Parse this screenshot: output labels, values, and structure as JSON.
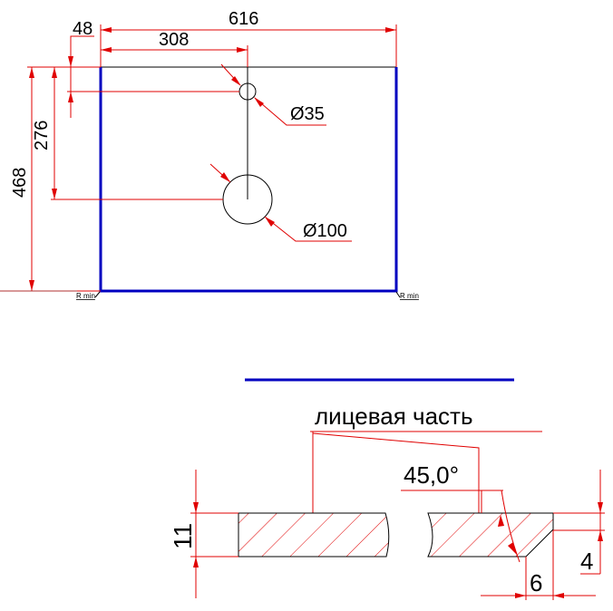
{
  "top_view": {
    "width_label": "616",
    "half_width_label": "308",
    "hole_offset_label": "48",
    "center_offset_label": "276",
    "depth_label": "468",
    "small_hole_label": "Ø35",
    "large_hole_label": "Ø100",
    "corner_left_label": "R min",
    "corner_right_label": "R min"
  },
  "section_view": {
    "face_label": "лицевая часть",
    "angle_label": "45,0°",
    "thickness_label": "11",
    "chamfer_height_label": "4",
    "chamfer_width_label": "6"
  },
  "colors": {
    "edge": "#0000c0",
    "dimension": "#e00000",
    "outline": "#000000"
  }
}
